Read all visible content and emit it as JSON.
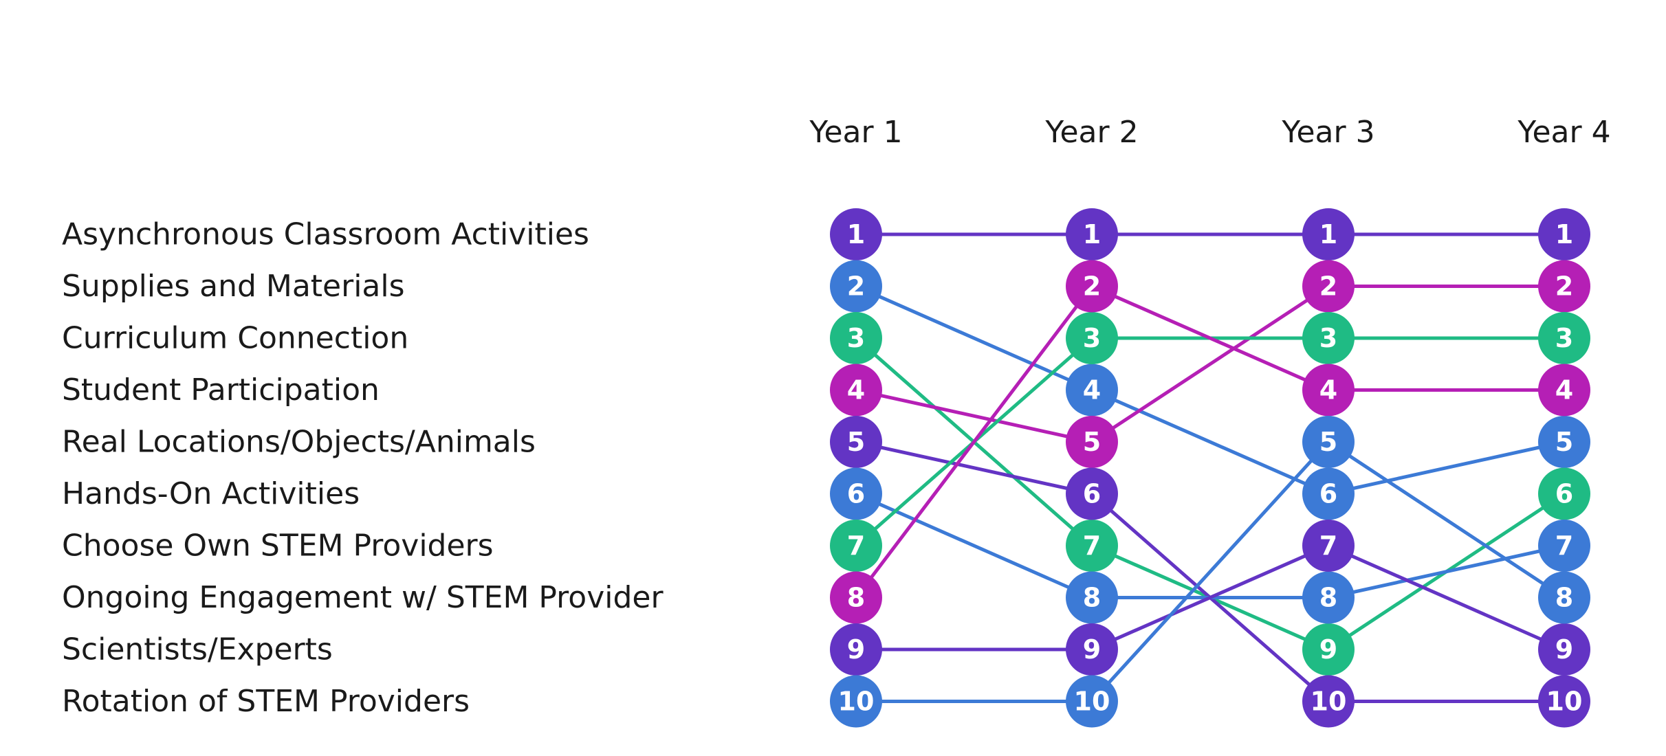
{
  "chart_data": {
    "type": "bump",
    "columns": [
      "Year 1",
      "Year 2",
      "Year 3",
      "Year 4"
    ],
    "row_labels": [
      "Asynchronous Classroom Activities",
      "Supplies and Materials",
      "Curriculum Connection",
      "Student Participation",
      "Real Locations/Objects/Animals",
      "Hands-On Activities",
      "Choose Own STEM Providers",
      "Ongoing Engagement w/ STEM Provider",
      "Scientists/Experts",
      "Rotation of STEM Providers"
    ],
    "rank_labels": [
      "1",
      "2",
      "3",
      "4",
      "5",
      "6",
      "7",
      "8",
      "9",
      "10"
    ],
    "colors": {
      "purple": "#6334c4",
      "blue": "#3c7ad6",
      "green": "#1fbb84",
      "magenta": "#b51fb5"
    },
    "series": [
      {
        "ranks": [
          1,
          1,
          1,
          1
        ],
        "color": "purple"
      },
      {
        "ranks": [
          2,
          4,
          6,
          5
        ],
        "color": "blue"
      },
      {
        "ranks": [
          3,
          7,
          9,
          6
        ],
        "color": "green"
      },
      {
        "ranks": [
          4,
          5,
          2,
          2
        ],
        "color": "magenta"
      },
      {
        "ranks": [
          5,
          6,
          10,
          10
        ],
        "color": "purple"
      },
      {
        "ranks": [
          6,
          8,
          8,
          7
        ],
        "color": "blue"
      },
      {
        "ranks": [
          7,
          3,
          3,
          3
        ],
        "color": "green"
      },
      {
        "ranks": [
          8,
          2,
          4,
          4
        ],
        "color": "magenta"
      },
      {
        "ranks": [
          9,
          9,
          7,
          9
        ],
        "color": "purple"
      },
      {
        "ranks": [
          10,
          10,
          5,
          8
        ],
        "color": "blue"
      }
    ]
  }
}
